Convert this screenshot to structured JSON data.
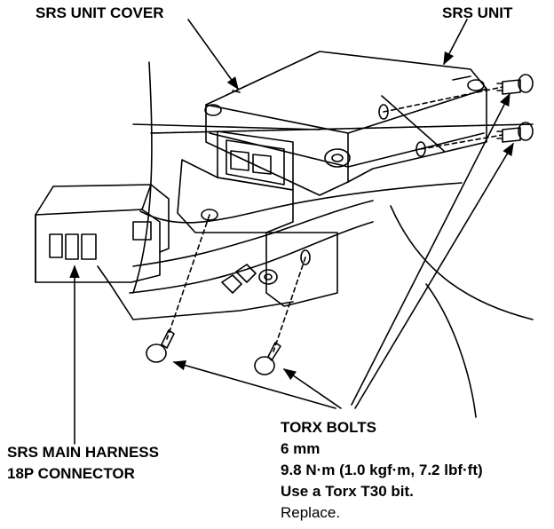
{
  "labels": {
    "srs_unit_cover": "SRS UNIT COVER",
    "srs_unit": "SRS UNIT",
    "harness_line1": "SRS MAIN HARNESS",
    "harness_line2": "18P CONNECTOR",
    "torx_title": "TORX BOLTS",
    "torx_size": "6 mm",
    "torx_torque": "9.8 N·m (1.0 kgf·m, 7.2 lbf·ft)",
    "torx_bit": "Use a Torx T30 bit.",
    "torx_note": "Replace."
  },
  "colors": {
    "ink": "#000000",
    "paper": "#ffffff"
  }
}
